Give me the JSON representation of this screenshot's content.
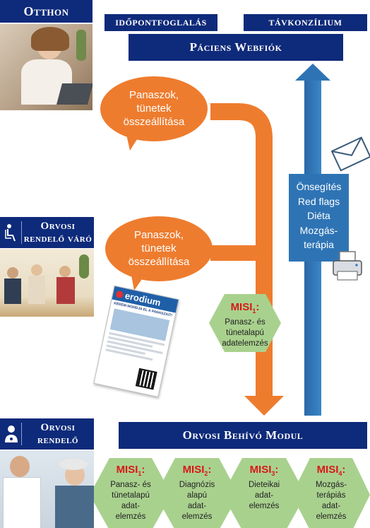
{
  "locations": {
    "home": "Otthon",
    "waiting_room_line1": "Orvosi",
    "waiting_room_line2": "rendelő váró",
    "office_line1": "Orvosi",
    "office_line2": "rendelő"
  },
  "top_buttons": {
    "appointment": "IDŐPONTFOGLALÁS",
    "teleconsult": "TÁVKONZÍLIUM"
  },
  "patient_portal": "Páciens Webfiók",
  "bubbles": {
    "top": [
      "Panaszok,",
      "tünetek",
      "összeállítása"
    ],
    "middle": [
      "Panaszok,",
      "tünetek",
      "összeállítása"
    ]
  },
  "return_items": [
    "Önsegítés",
    "Red flags",
    "Diéta",
    "Mozgás-",
    "terápia"
  ],
  "misi_middle": {
    "label": "MISI",
    "sub": "1",
    "lines": [
      "Panasz- és",
      "tünetalapú",
      "adatelemzés"
    ]
  },
  "flyer": {
    "brand": "erodium",
    "headline": "KÉREM MONDJA EL A PANASZAIT!"
  },
  "module_title": "Orvosi Behívó Modul",
  "misi_modules": [
    {
      "label": "MISI",
      "sub": "1",
      "lines": [
        "Panasz- és",
        "tünetalapú",
        "adat-",
        "elemzés"
      ]
    },
    {
      "label": "MISI",
      "sub": "2",
      "lines": [
        "Diagnózis",
        "alapú",
        "adat-",
        "elemzés"
      ]
    },
    {
      "label": "MISI",
      "sub": "3",
      "lines": [
        "Dieteikai",
        "adat-",
        "elemzés"
      ]
    },
    {
      "label": "MISI",
      "sub": "4",
      "lines": [
        "Mozgás-",
        "terápiás",
        "adat-",
        "elemzés"
      ]
    }
  ],
  "icons": [
    "envelope-icon",
    "printer-icon",
    "patient-chair-icon",
    "doctor-icon"
  ],
  "colors": {
    "navy": "#0e2a7a",
    "orange": "#ee7c2e",
    "blue_arrow": "#2e74b5",
    "hex_green": "#a9d18e",
    "misi_red": "#d81818"
  }
}
